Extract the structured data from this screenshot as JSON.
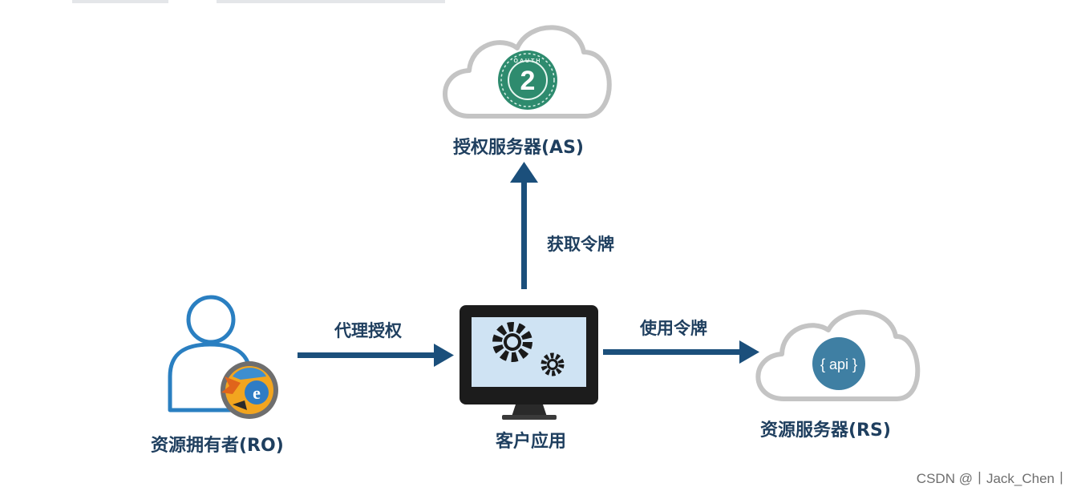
{
  "nodes": {
    "authorization_server": {
      "label": "授权服务器(AS)",
      "badge_text": "2",
      "badge_ring_text": "OAUTH"
    },
    "resource_owner": {
      "label": "资源拥有者(RO)"
    },
    "client_app": {
      "label": "客户应用"
    },
    "resource_server": {
      "label": "资源服务器(RS)",
      "badge_text": "{ api }"
    }
  },
  "edges": {
    "get_token": {
      "label": "获取令牌"
    },
    "delegate_auth": {
      "label": "代理授权"
    },
    "use_token": {
      "label": "使用令牌"
    }
  },
  "watermark": "CSDN @丨Jack_Chen丨",
  "colors": {
    "arrow": "#1b4f7b",
    "cloud_outline": "#c4c4c4",
    "oauth_badge": "#2e8b6e",
    "api_badge": "#3f7fa3",
    "person_outline": "#2a7fc1",
    "monitor_body": "#1c1c1c",
    "monitor_screen": "#cfe3f3",
    "gear": "#1a1a1a"
  }
}
